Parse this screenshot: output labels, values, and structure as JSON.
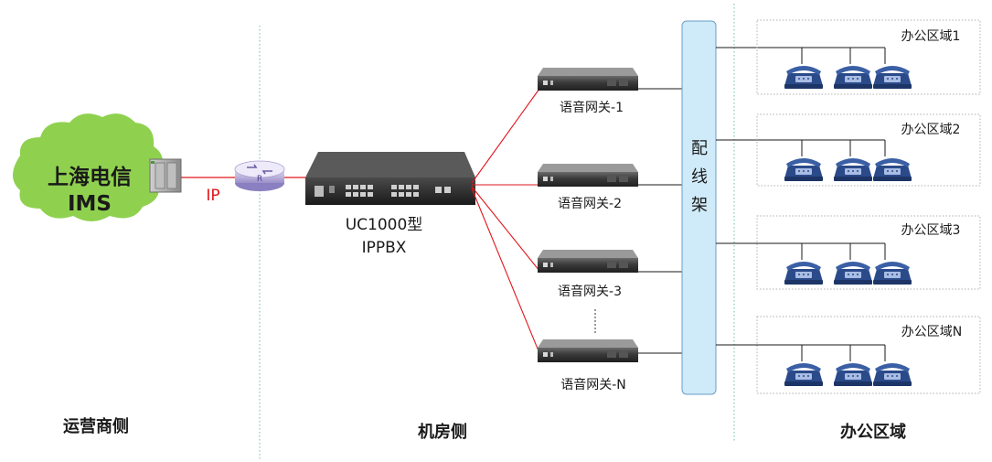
{
  "carrier": {
    "name_line1": "上海电信",
    "name_line2": "IMS",
    "link_label": "IP"
  },
  "ippbx": {
    "model_line1": "UC1000型",
    "model_line2": "IPPBX"
  },
  "gateways": [
    {
      "label": "语音网关-1"
    },
    {
      "label": "语音网关-2"
    },
    {
      "label": "语音网关-3"
    },
    {
      "label": "语音网关-N"
    }
  ],
  "distribution_frame": {
    "chars": [
      "配",
      "线",
      "架"
    ]
  },
  "offices": [
    {
      "label": "办公区域1"
    },
    {
      "label": "办公区域2"
    },
    {
      "label": "办公区域3"
    },
    {
      "label": "办公区域N"
    }
  ],
  "sections": {
    "carrier_side": "运营商侧",
    "server_room_side": "机房侧",
    "office_side": "办公区域"
  },
  "icons": {
    "cloud": "cloud-icon",
    "server": "rack-server-icon",
    "router": "router-icon",
    "ippbx": "ippbx-device-icon",
    "gateway": "voice-gateway-icon",
    "phone": "desk-phone-icon"
  },
  "colors": {
    "cloud": "#8fd14f",
    "link_red": "#e0161c",
    "frame_fill": "#cfeaf8",
    "frame_border": "#6a9fc7",
    "line": "#1a1a1a",
    "divider": "#6bbf9b",
    "office_border": "#b0b0b0",
    "phone": "#2b4a8a"
  }
}
